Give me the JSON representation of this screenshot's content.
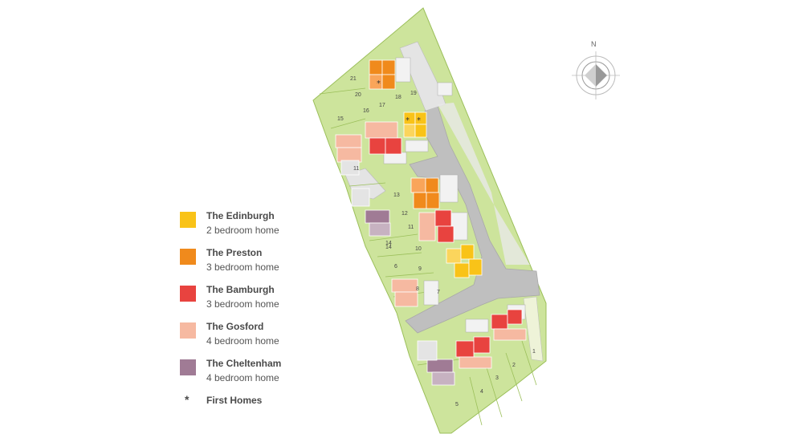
{
  "compass": {
    "label": "N"
  },
  "legend": [
    {
      "name": "The Edinburgh",
      "desc": "2 bedroom home",
      "color": "#f9c318"
    },
    {
      "name": "The Preston",
      "desc": "3 bedroom home",
      "color": "#f08a1c"
    },
    {
      "name": "The Bamburgh",
      "desc": "3 bedroom home",
      "color": "#e8433f"
    },
    {
      "name": "The Gosford",
      "desc": "4 bedroom home",
      "color": "#f6b9a1"
    },
    {
      "name": "The Cheltenham",
      "desc": "4 bedroom home",
      "color": "#a07b95"
    }
  ],
  "first_homes": {
    "symbol": "*",
    "label": "First Homes"
  },
  "plots": [
    "21",
    "20",
    "17",
    "18",
    "19",
    "16",
    "15",
    "11",
    "13",
    "12",
    "14",
    "11",
    "10",
    "14",
    "6",
    "9",
    "8",
    "7",
    "5",
    "4",
    "3",
    "2",
    "1"
  ],
  "colors": {
    "grass": "#cde49c",
    "road": "#bfbfbf",
    "pavement": "#e4e4e4",
    "outline": "#9bbf5a"
  }
}
